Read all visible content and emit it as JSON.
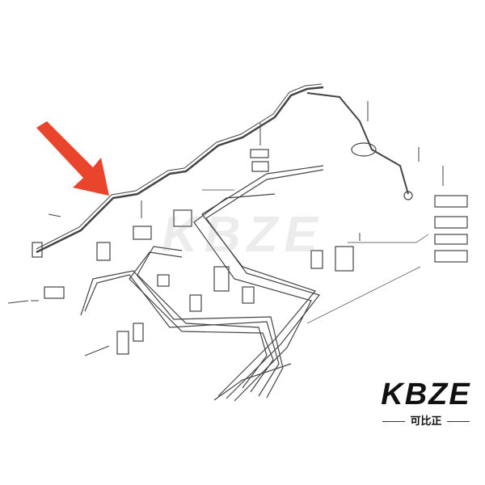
{
  "logo": {
    "text": "KBZE",
    "subtitle": "可比正",
    "accent_color": "#f08a1c"
  },
  "watermark": {
    "text": "KBZE"
  },
  "arrow": {
    "color": "#e8452c",
    "target": "fuel-return-pipe"
  }
}
